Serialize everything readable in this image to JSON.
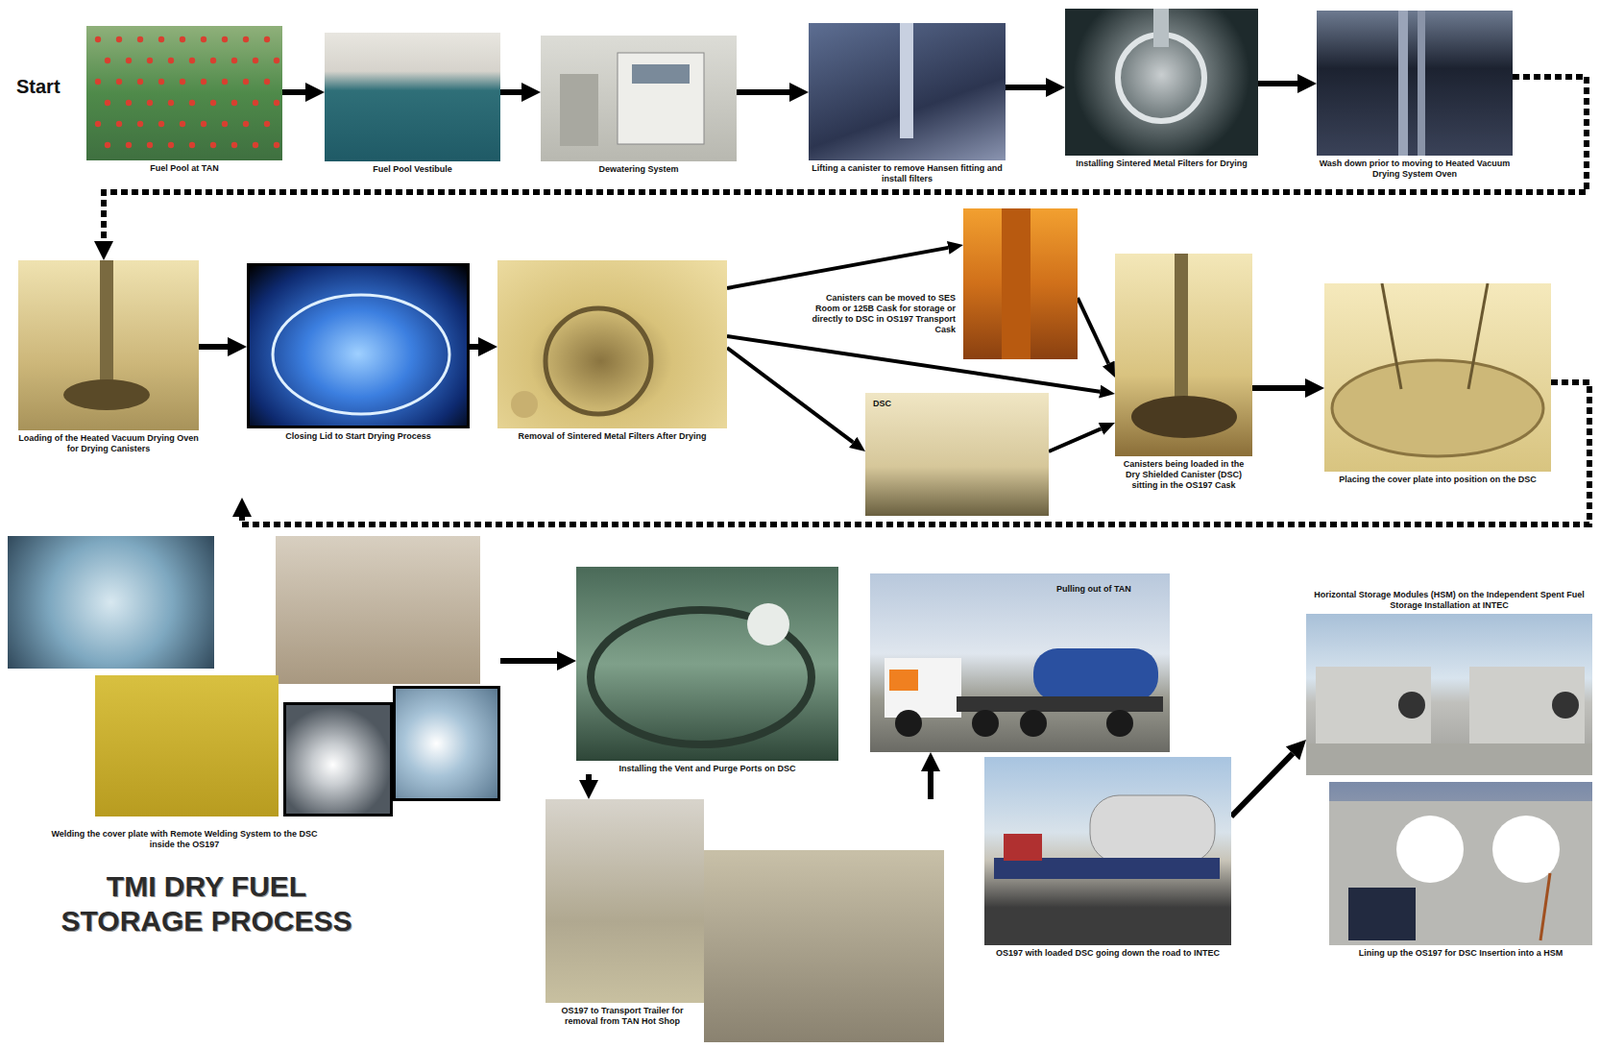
{
  "diagram": {
    "title": "TMI DRY FUEL STORAGE PROCESS",
    "nodes": [
      {
        "text": [
          "Fuel Pool at TAN"
        ]
      },
      {
        "text": [
          "Fuel Pool Vestibule"
        ]
      },
      {
        "text": [
          "Dewatering System"
        ]
      },
      {
        "text": [
          "Lifting a canister to remove Hansen fitting and install filters"
        ]
      },
      {
        "text": [
          "Installing Sintered Metal Filters for Drying"
        ]
      },
      {
        "text": [
          "Wash down prior to moving to Heated Vacuum Drying System Oven"
        ]
      },
      {
        "text": [
          "Loading of the Heated Vacuum Drying Oven for Drying Canisters"
        ]
      },
      {
        "text": [
          "Closing Lid to Start Drying Process"
        ]
      },
      {
        "text": [
          "Removal of Sintered Metal Filters After Drying"
        ]
      },
      {
        "text": [
          "Canisters can be moved to SES Room or 125B Cask for storage or directly to DSC in OS197 Transport Cask"
        ]
      },
      {
        "text": [
          "DSC"
        ]
      },
      {
        "text": [
          "Canisters being loaded in the Dry Shielded Canister (DSC) sitting in the OS197 Cask"
        ]
      },
      {
        "text": [
          "Placing the cover plate into position on the DSC"
        ]
      },
      {
        "text": [
          "Welding the cover plate with Remote Welding System to the DSC inside the OS197"
        ]
      },
      {
        "text": [
          "Installing the Vent and Purge Ports on DSC"
        ]
      },
      {
        "text": [
          "OS197 to Transport Trailer for removal from TAN Hot Shop"
        ]
      },
      {
        "text": [
          "Pulling out of TAN"
        ]
      },
      {
        "text": [
          "OS197 with loaded DSC going down the road to INTEC"
        ]
      },
      {
        "text": [
          "Horizontal Storage Modules (HSM) on the Independent Spent Fuel Storage Installation at INTEC"
        ]
      },
      {
        "text": [
          "Lining up the OS197 for DSC Insertion into a HSM"
        ]
      }
    ],
    "edges": [
      {
        "from": 0,
        "to": 1,
        "arrow": "to"
      },
      {
        "from": 1,
        "to": 2,
        "arrow": "to"
      },
      {
        "from": 2,
        "to": 3,
        "arrow": "to"
      },
      {
        "from": 3,
        "to": 4,
        "arrow": "to"
      },
      {
        "from": 4,
        "to": 5,
        "arrow": "to"
      },
      {
        "from": 5,
        "to": 6,
        "arrow": "to"
      },
      {
        "from": 6,
        "to": 7,
        "arrow": "to"
      },
      {
        "from": 7,
        "to": 8,
        "arrow": "to"
      },
      {
        "from": 8,
        "to": 9,
        "arrow": "to"
      },
      {
        "from": 8,
        "to": 10,
        "arrow": "to"
      },
      {
        "from": 8,
        "to": 11,
        "arrow": "to"
      },
      {
        "from": 9,
        "to": 11,
        "arrow": "to"
      },
      {
        "from": 10,
        "to": 11,
        "arrow": "to"
      },
      {
        "from": 11,
        "to": 12,
        "arrow": "to"
      },
      {
        "from": 12,
        "to": 13,
        "arrow": "to"
      },
      {
        "from": 13,
        "to": 14,
        "arrow": "to"
      },
      {
        "from": 14,
        "to": 15,
        "arrow": "to"
      },
      {
        "from": 15,
        "to": 16,
        "arrow": "to"
      },
      {
        "from": 17,
        "to": 18,
        "arrow": "to"
      }
    ],
    "labels": [
      "Start"
    ]
  }
}
